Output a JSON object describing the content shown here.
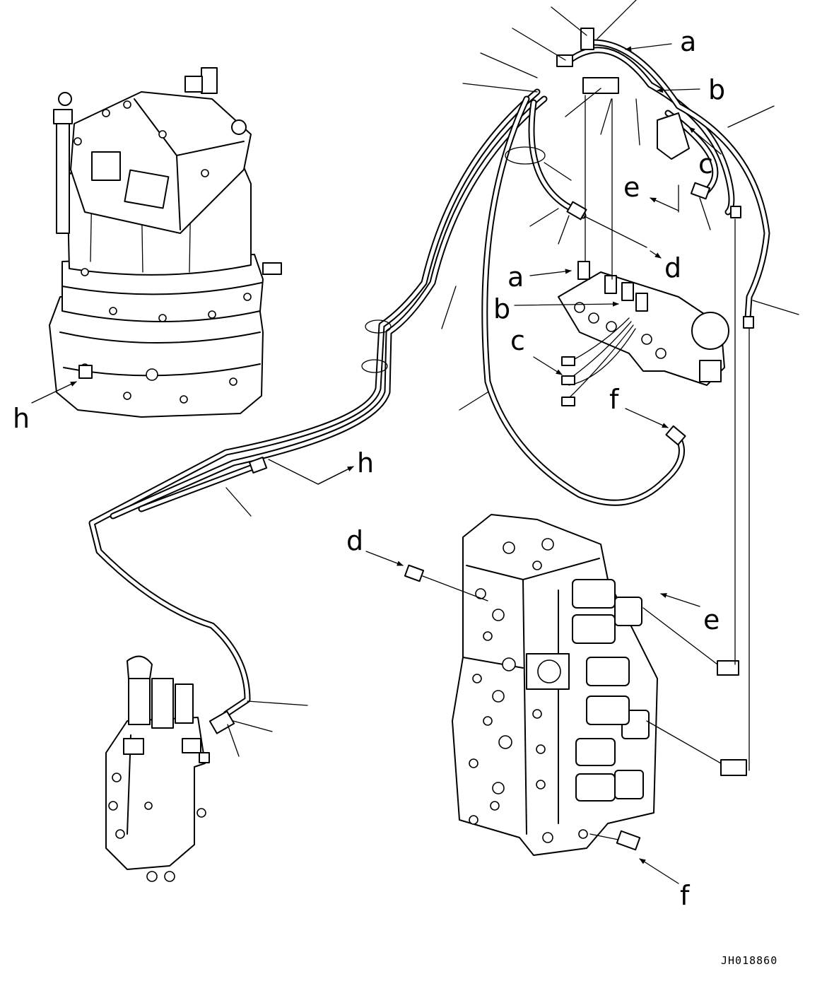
{
  "drawing_number": "JH018860",
  "callouts": {
    "a_top": "a",
    "b_top": "b",
    "c_top": "c",
    "e_top": "e",
    "d_mid": "d",
    "a_mid": "a",
    "b_mid": "b",
    "c_mid": "c",
    "f_mid": "f",
    "h_left": "h",
    "h_mid": "h",
    "d_low": "d",
    "e_low": "e",
    "f_low": "f"
  }
}
